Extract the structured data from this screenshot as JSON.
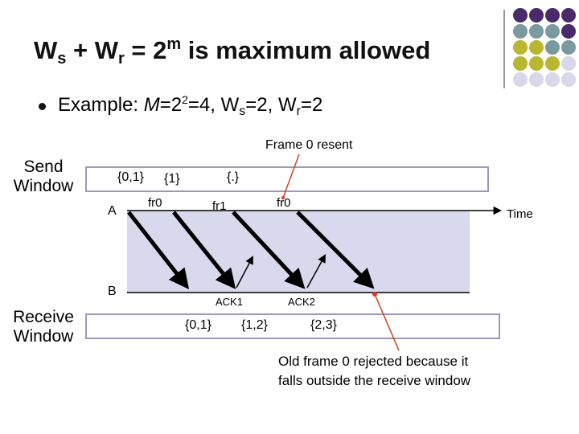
{
  "title": {
    "w": "W",
    "s_sub": "s",
    "plus": " + W",
    "r_sub": "r",
    "eq": " = 2",
    "m_sup": "m",
    "rest": " is maximum allowed"
  },
  "example": {
    "lead": "Example:  ",
    "m_italic": "M",
    "eq1": "=2",
    "sup2": "2",
    "eq2": "=4, W",
    "s_sub": "s",
    "eq3": "=2, W",
    "r_sub": "r",
    "eq4": "=2"
  },
  "send_window_label": "Send Window",
  "receive_window_label": "Receive Window",
  "frame_resent_label": "Frame 0 resent",
  "send_sets": [
    "{0,1}",
    "{1}",
    "{.}"
  ],
  "receive_sets": [
    "{0,1}",
    "{1,2}",
    "{2,3}"
  ],
  "frames": [
    "fr0",
    "fr1",
    "fr0"
  ],
  "acks": [
    "ACK1",
    "ACK2"
  ],
  "node_a": "A",
  "node_b": "B",
  "time_label": "Time",
  "rejected_note_line1": "Old frame 0 rejected because it",
  "rejected_note_line2": "falls outside the receive window",
  "colors": {
    "purple": "#4a2a6b",
    "teal": "#7a9aa0",
    "olive": "#b8b830",
    "lavender": "#d8d8e8",
    "band": "#d8d9ec",
    "box_border": "#9a9ab8",
    "annotation_red": "#d04020"
  }
}
